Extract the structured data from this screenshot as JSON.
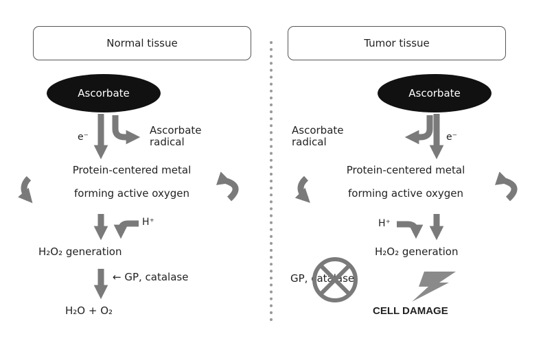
{
  "colors": {
    "arrow": "#7a7a7a",
    "oval": "#111111",
    "border": "#555555"
  },
  "normal": {
    "title": "Normal tissue",
    "ascorbate": "Ascorbate",
    "electron": "e⁻",
    "radical_line1": "Ascorbate",
    "radical_line2": "radical",
    "metal_line1": "Protein-centered metal",
    "metal_line2": "forming active oxygen",
    "proton": "H⁺",
    "h2o2": "H₂O₂ generation",
    "enzymes": "← GP, catalase",
    "products": "H₂O + O₂"
  },
  "tumor": {
    "title": "Tumor tissue",
    "ascorbate": "Ascorbate",
    "electron": "e⁻",
    "radical_line1": "Ascorbate",
    "radical_line2": "radical",
    "metal_line1": "Protein-centered metal",
    "metal_line2": "forming active oxygen",
    "proton": "H⁺",
    "h2o2": "H₂O₂ generation",
    "enzymes": "GP, catalase",
    "damage": "CELL DAMAGE"
  }
}
